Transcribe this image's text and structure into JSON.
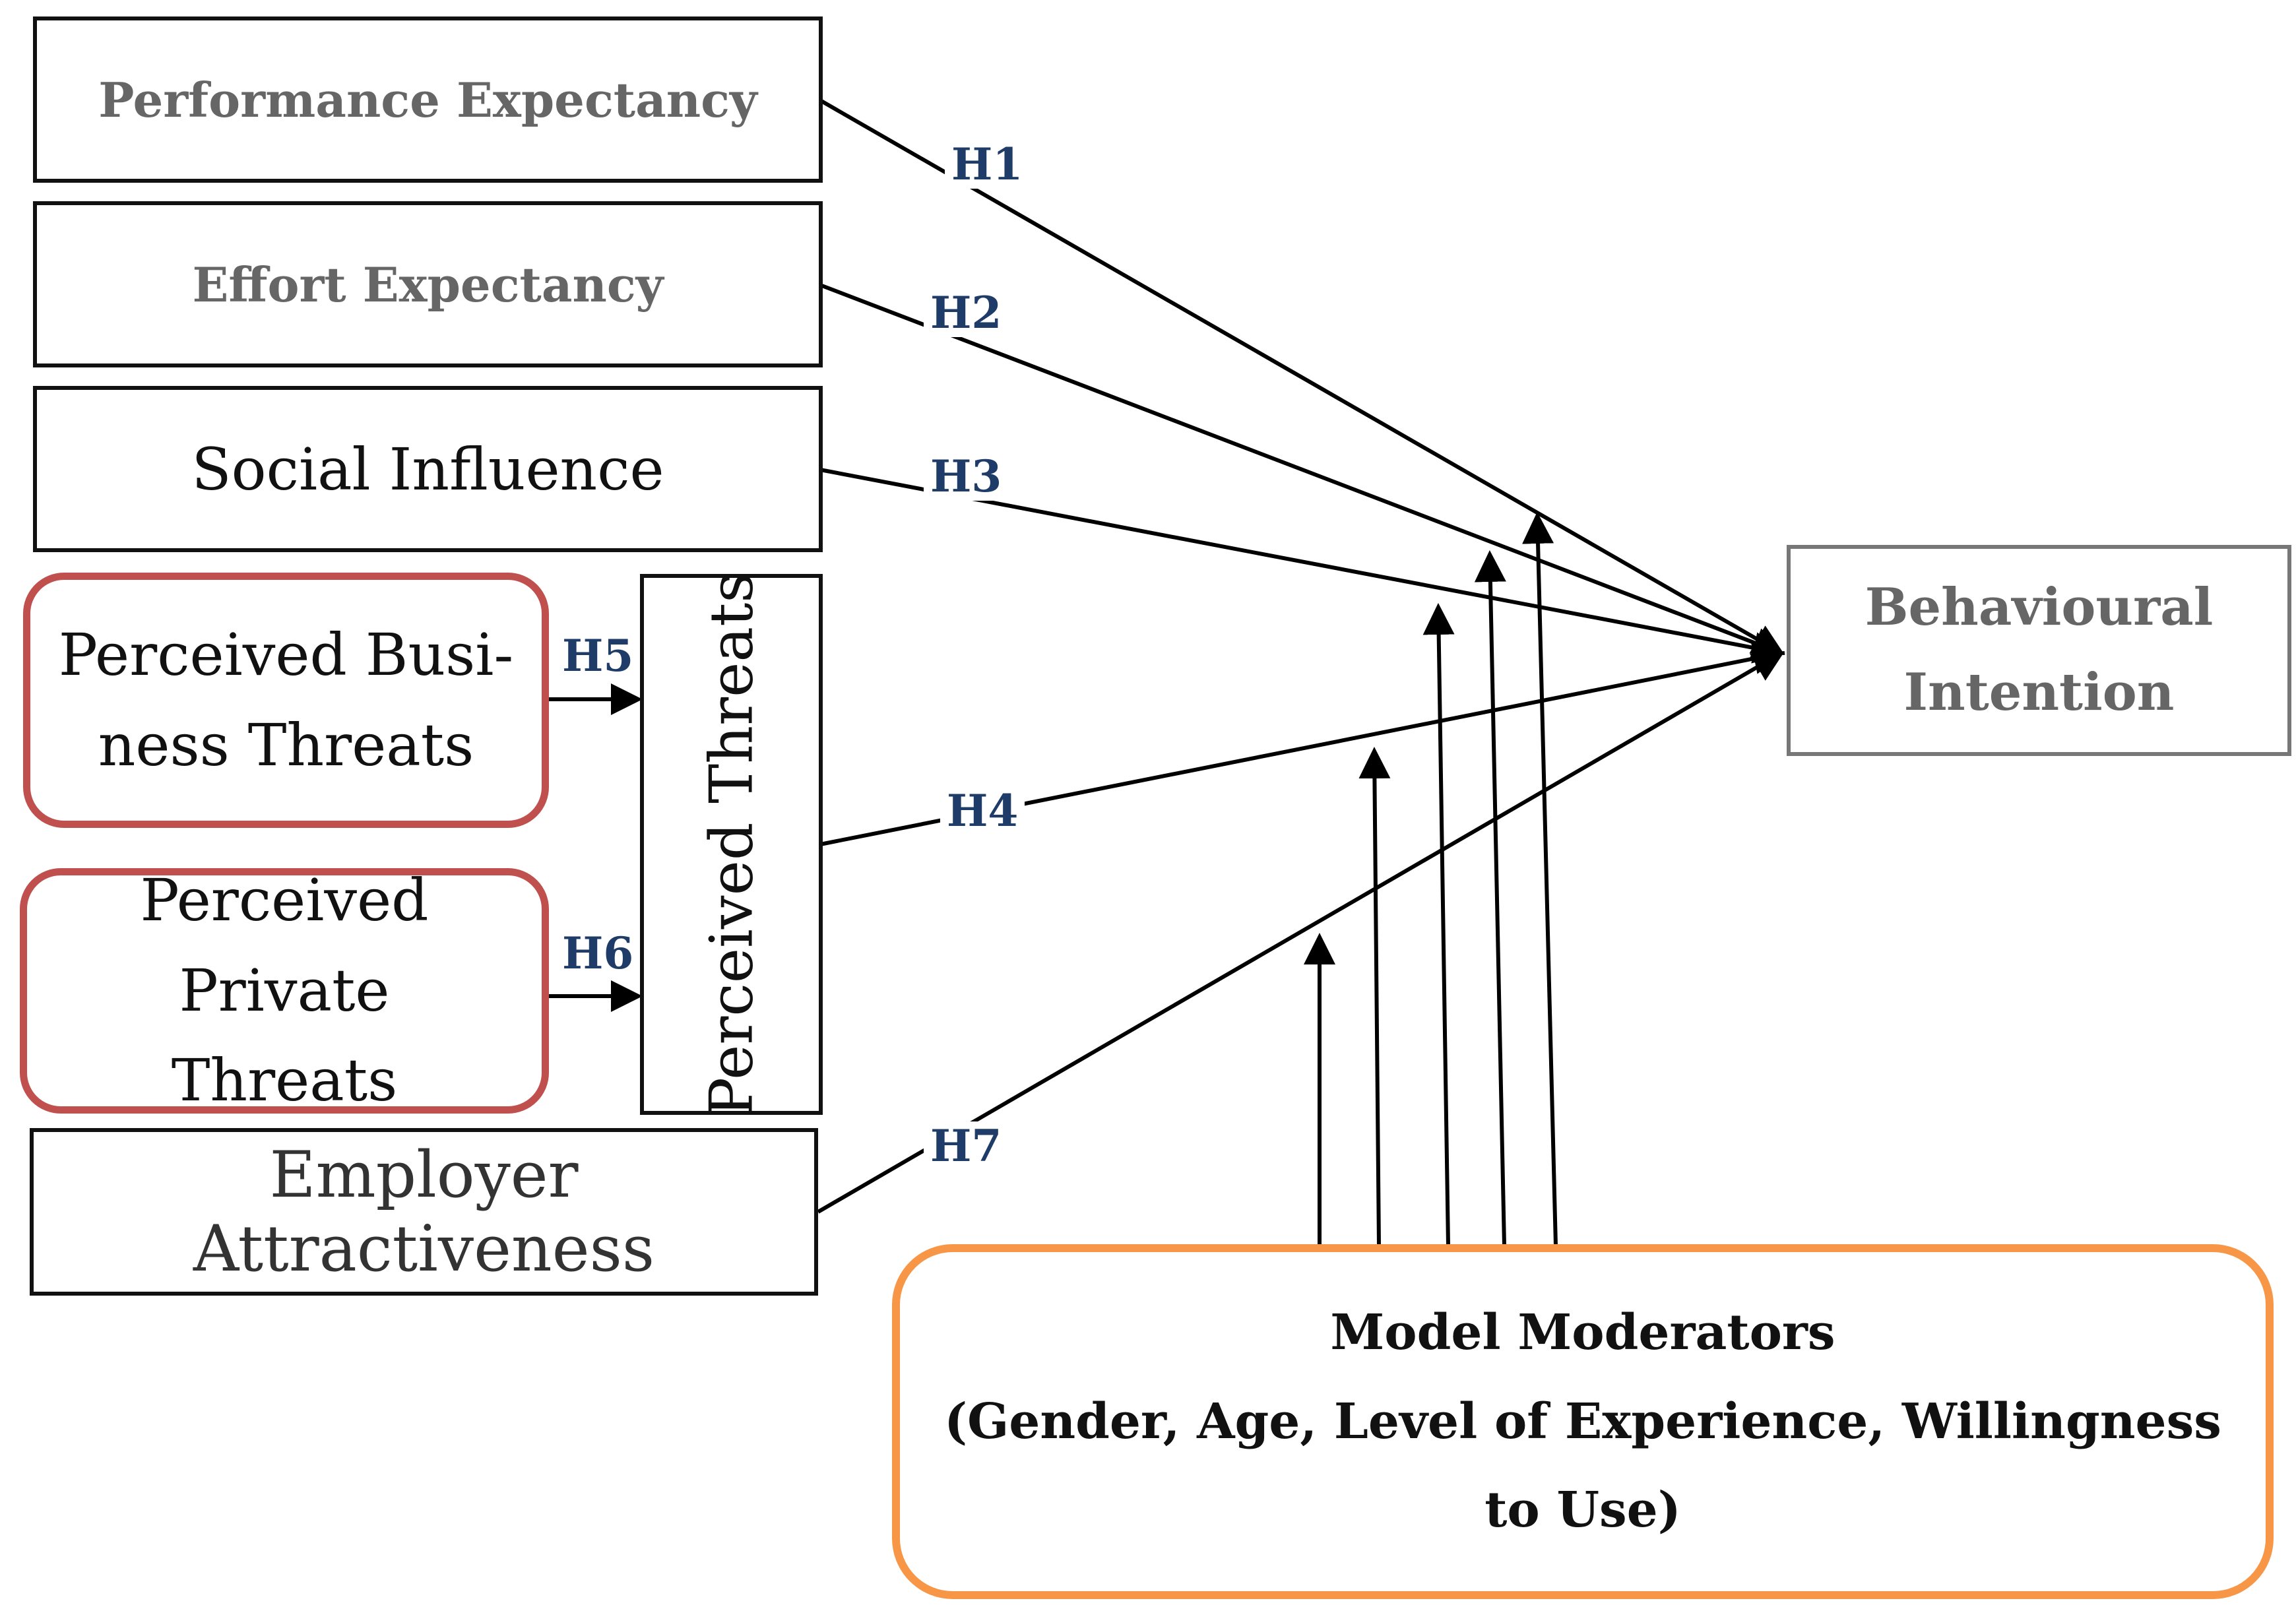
{
  "constructs": {
    "performance_expectancy": "Performance Expectancy",
    "effort_expectancy": "Effort Expectancy",
    "social_influence": "Social Influence",
    "perceived_business_threats_line1": "Perceived Busi-",
    "perceived_business_threats_line2": "ness Threats",
    "perceived_private_threats_line1": "Perceived Private",
    "perceived_private_threats_line2": "Threats",
    "perceived_threats": "Perceived Threats",
    "employer_attractiveness": "Employer Attractiveness",
    "behavioural_intention_line1": "Behavioural",
    "behavioural_intention_line2": "Intention"
  },
  "moderators": {
    "title": "Model Moderators",
    "list_line1": "(Gender, Age, Level of Experience, Willingness",
    "list_line2": "to Use)"
  },
  "hypotheses": {
    "h1": "H1",
    "h2": "H2",
    "h3": "H3",
    "h4": "H4",
    "h5": "H5",
    "h6": "H6",
    "h7": "H7"
  },
  "colors": {
    "hypothesis_label": "#1f3c68",
    "threat_box_border": "#c0504d",
    "moderator_box_border": "#f79646",
    "outcome_box_border": "#777777"
  }
}
